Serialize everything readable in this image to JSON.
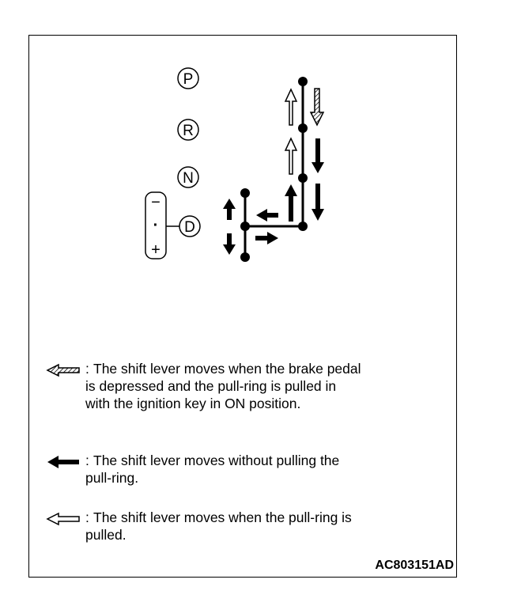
{
  "positions": [
    "P",
    "R",
    "N",
    "D"
  ],
  "manual_gate": {
    "minus": "−",
    "dot": "·",
    "plus": "+"
  },
  "legend": [
    {
      "icon": "hatched-arrow-icon",
      "text": "The shift lever moves when the brake pedal\nis depressed and the pull-ring is pulled in\nwith the ignition key in ON position."
    },
    {
      "icon": "solid-arrow-icon",
      "text": "The shift lever moves without pulling the\npull-ring."
    },
    {
      "icon": "outline-arrow-icon",
      "text": "The shift lever moves when the pull-ring is\npulled."
    }
  ],
  "figure_code": "AC803151AD"
}
